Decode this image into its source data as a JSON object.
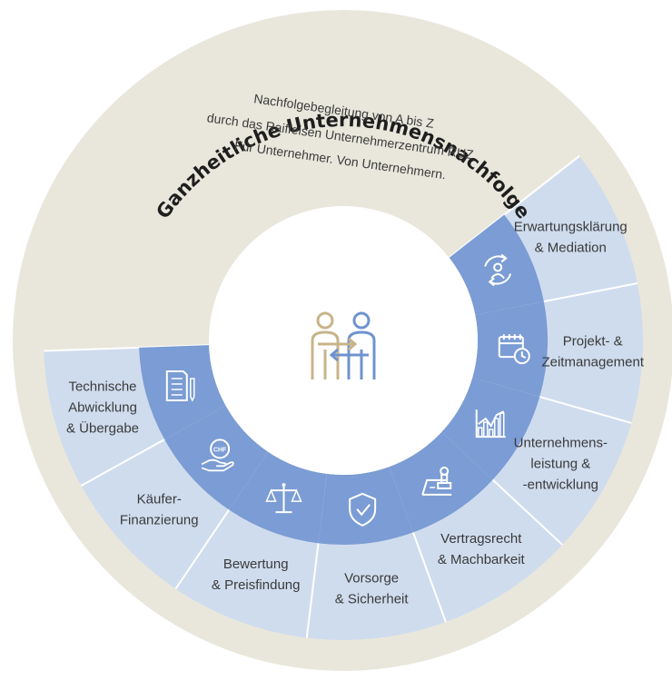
{
  "title": "Ganzheitliche Unternehmensnachfolge",
  "center_text": [
    "Nachfolgebegleitung von A bis Z",
    "durch das Raiffeisen Unternehmerzentrum RUZ.",
    "Für Unternehmer. Von Unternehmern."
  ],
  "colors": {
    "outer_ring": "#e9e7dc",
    "segment_fill": "#cfdcee",
    "inner_ring": "#7b9cd4",
    "divider": "#ffffff",
    "text": "#3a3a3a",
    "icon_light": "#ffffff",
    "person_left": "#c8b48a",
    "person_right": "#6f93cf"
  },
  "segments": [
    {
      "id": "erwartung",
      "lines": [
        "Erwartungsklärung",
        "& Mediation"
      ],
      "icon": "person-cycle-icon"
    },
    {
      "id": "projekt",
      "lines": [
        "Projekt- &",
        "Zeitmanagement"
      ],
      "icon": "calendar-clock-icon"
    },
    {
      "id": "unternehmensleistung",
      "lines": [
        "Unternehmens-",
        "leistung &",
        "-entwicklung"
      ],
      "icon": "bar-chart-icon"
    },
    {
      "id": "vertragsrecht",
      "lines": [
        "Vertragsrecht",
        "& Machbarkeit"
      ],
      "icon": "stamp-icon"
    },
    {
      "id": "vorsorge",
      "lines": [
        "Vorsorge",
        "& Sicherheit"
      ],
      "icon": "shield-check-icon"
    },
    {
      "id": "bewertung",
      "lines": [
        "Bewertung",
        "& Preisfindung"
      ],
      "icon": "scales-icon"
    },
    {
      "id": "kaeufer",
      "lines": [
        "Käufer-",
        "Finanzierung"
      ],
      "icon": "hand-coin-icon",
      "icon_text": "CHF"
    },
    {
      "id": "technische",
      "lines": [
        "Technische",
        "Abwicklung",
        "& Übergabe"
      ],
      "icon": "document-pen-icon"
    }
  ],
  "center_icon": "handover-people-icon"
}
